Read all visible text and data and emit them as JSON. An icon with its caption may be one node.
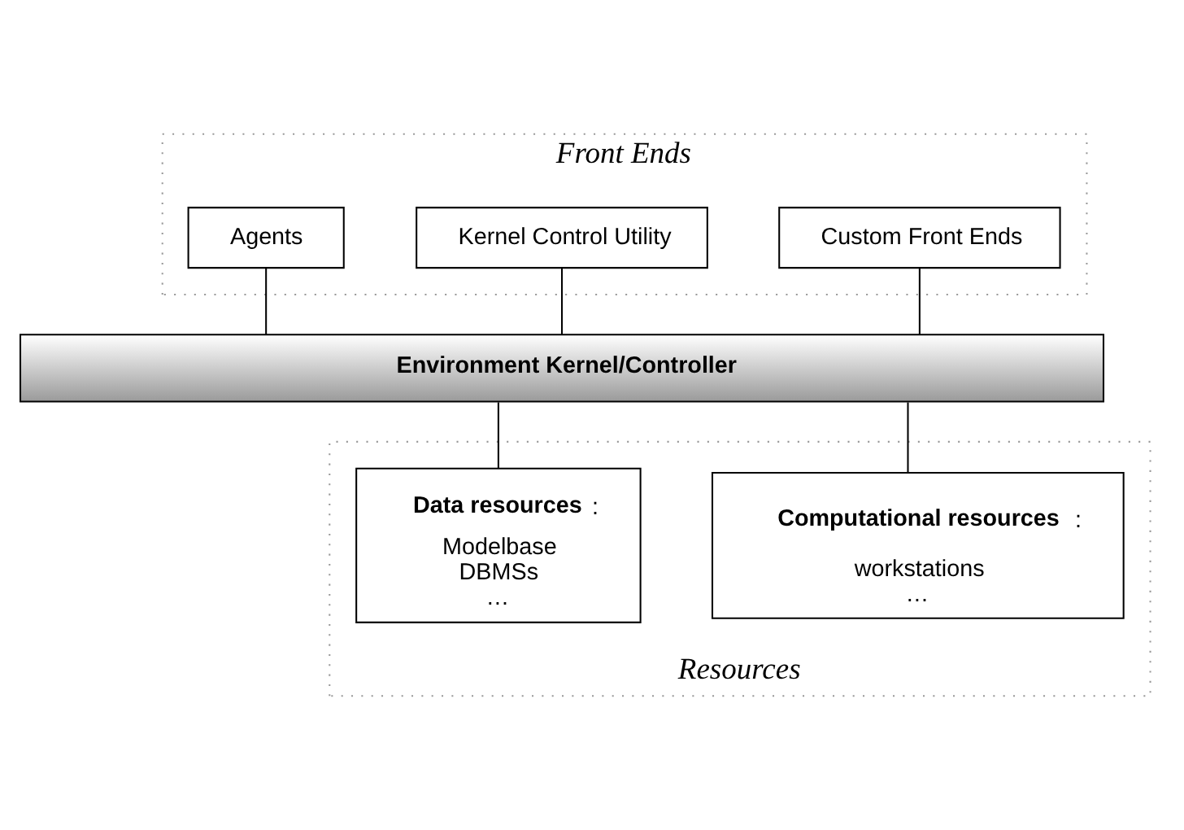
{
  "diagram": {
    "nodes": [
      {
        "text": [
          "Front Ends"
        ]
      },
      {
        "text": [
          "Agents"
        ],
        "in": 0
      },
      {
        "text": [
          "Kernel Control Utility"
        ],
        "in": 0
      },
      {
        "text": [
          "Custom Front Ends"
        ],
        "in": 0
      },
      {
        "text": [
          "Environment Kernel/Controller"
        ]
      },
      {
        "text": [
          "Resources"
        ]
      },
      {
        "text": [
          "**Data resources**:",
          "Modelbase",
          "DBMSs",
          "…"
        ],
        "in": 5
      },
      {
        "text": [
          "**Computational resources**:",
          "workstations",
          "…"
        ],
        "in": 5
      }
    ],
    "edges": [
      {
        "from": 1,
        "to": 4,
        "arrow": "none"
      },
      {
        "from": 2,
        "to": 4,
        "arrow": "none"
      },
      {
        "from": 3,
        "to": 4,
        "arrow": "none"
      },
      {
        "from": 4,
        "to": 6,
        "arrow": "none"
      },
      {
        "from": 4,
        "to": 7,
        "arrow": "none"
      }
    ]
  }
}
